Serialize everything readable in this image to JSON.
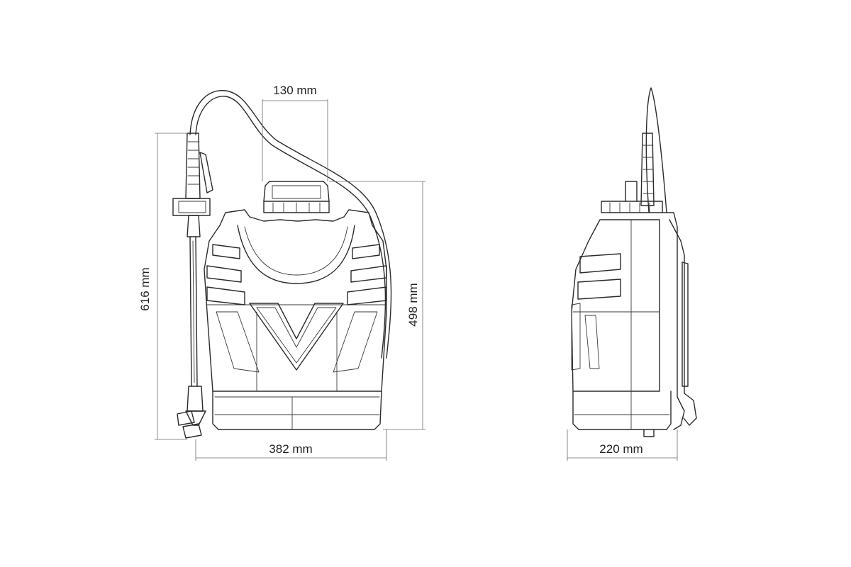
{
  "dimensions": {
    "cap_width": "130 mm",
    "total_height": "616 mm",
    "tank_height": "498 mm",
    "front_width": "382 mm",
    "side_depth": "220 mm"
  },
  "colors": {
    "line": "#2b2b2b",
    "dimension_line": "#6a6a6a",
    "background": "#ffffff"
  }
}
